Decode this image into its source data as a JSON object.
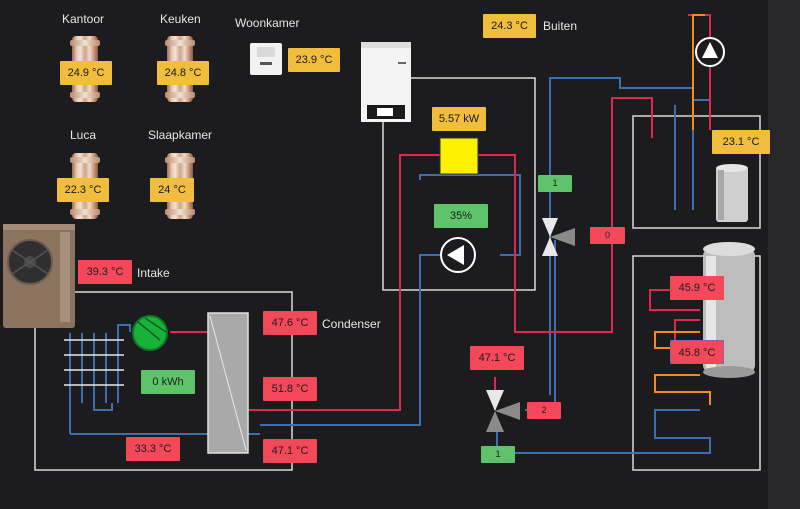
{
  "rooms": [
    {
      "name": "Kantoor",
      "temp": "24.9 °C"
    },
    {
      "name": "Keuken",
      "temp": "24.8 °C"
    },
    {
      "name": "Woonkamer",
      "temp": "23.9 °C"
    },
    {
      "name": "Luca",
      "temp": "22.3 °C"
    },
    {
      "name": "Slaapkamer",
      "temp": "24 °C"
    }
  ],
  "outside": {
    "temp": "24.3 °C",
    "label": "Buiten"
  },
  "boiler": {
    "power": "5.57 kW"
  },
  "pump": {
    "speed": "35%"
  },
  "heatpump": {
    "intake_temp": "39.3 °C",
    "intake_label": "Intake",
    "condenser_temp": "47.6 °C",
    "condenser_label": "Condenser",
    "energy": "0 kWh",
    "temp_supply": "51.8 °C",
    "temp_return": "47.1 °C",
    "temp_low": "33.3 °C"
  },
  "valves": {
    "upper_value": "1",
    "upper_output": "0",
    "lower_temp": "47.1 °C",
    "lower_output": "2",
    "lower_value": "1"
  },
  "dhw": {
    "tank_temp": "23.1 °C"
  },
  "buffer": {
    "top_temp": "45.9 °C",
    "mid_temp": "45.8 °C"
  },
  "colors": {
    "hot": "#e0284e",
    "cold": "#3d6fae",
    "orange": "#f0bd3c",
    "red": "#f3485a",
    "green": "#5ec36a",
    "warm": "#f08c20"
  }
}
